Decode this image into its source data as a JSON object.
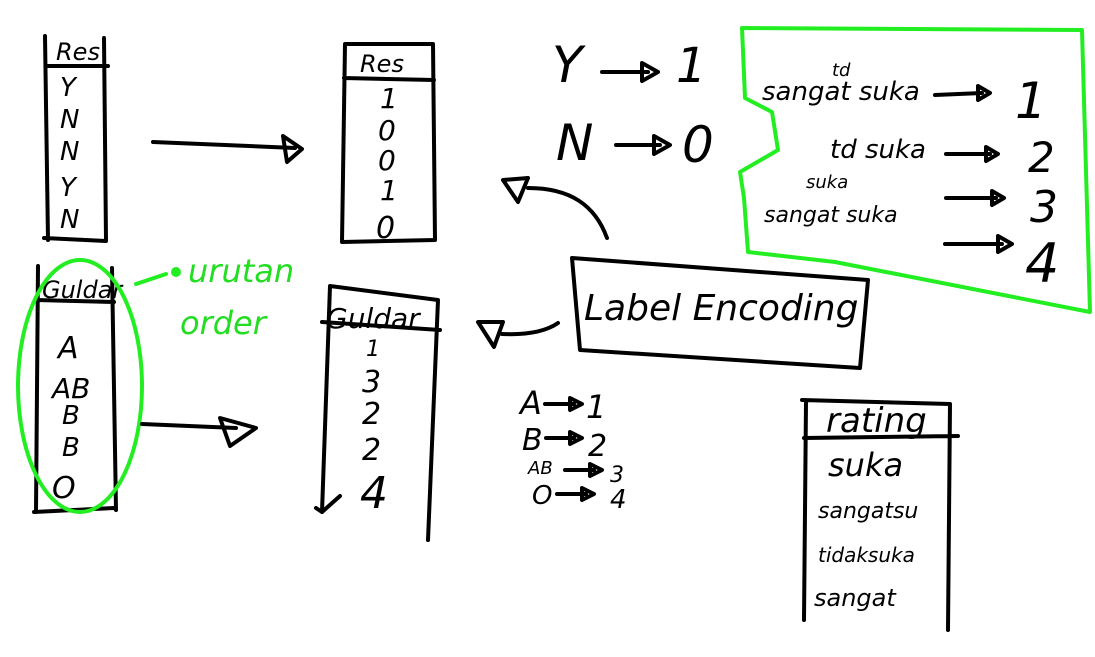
{
  "res_table_original": {
    "header": "Res",
    "rows": [
      "Y",
      "N",
      "N",
      "Y",
      "N"
    ]
  },
  "res_table_encoded": {
    "header": "Res",
    "rows": [
      "1",
      "0",
      "0",
      "1",
      "0"
    ]
  },
  "res_mapping": [
    {
      "from": "Y",
      "to": "1"
    },
    {
      "from": "N",
      "to": "0"
    }
  ],
  "rating_mapping": {
    "border_color": "#22ee22",
    "tidak_superscript": "td",
    "rows": [
      {
        "from": "sangat suka",
        "to": "1"
      },
      {
        "from": "td suka",
        "to": "2"
      },
      {
        "from": "suka",
        "to": "3"
      },
      {
        "from": "sangat suka",
        "to": "4"
      }
    ]
  },
  "goldar_table_original": {
    "header": "Guldar",
    "rows": [
      "A",
      "AB",
      "B",
      "B",
      "O"
    ]
  },
  "urutan_note": {
    "line1": "urutan",
    "line2": "order",
    "color": "#22ee22"
  },
  "label_encoding": {
    "text": "Label Encoding"
  },
  "goldar_table_encoded": {
    "header": "Guldar",
    "rows": [
      "1",
      "3",
      "2",
      "2",
      "4"
    ]
  },
  "goldar_mapping": [
    {
      "from": "A",
      "to": "1"
    },
    {
      "from": "B",
      "to": "2"
    },
    {
      "from": "AB",
      "to": "3"
    },
    {
      "from": "O",
      "to": "4"
    }
  ],
  "rating_table": {
    "header": "rating",
    "rows": [
      "suka",
      "sangatsu",
      "tidaksuka",
      "sangat"
    ]
  }
}
